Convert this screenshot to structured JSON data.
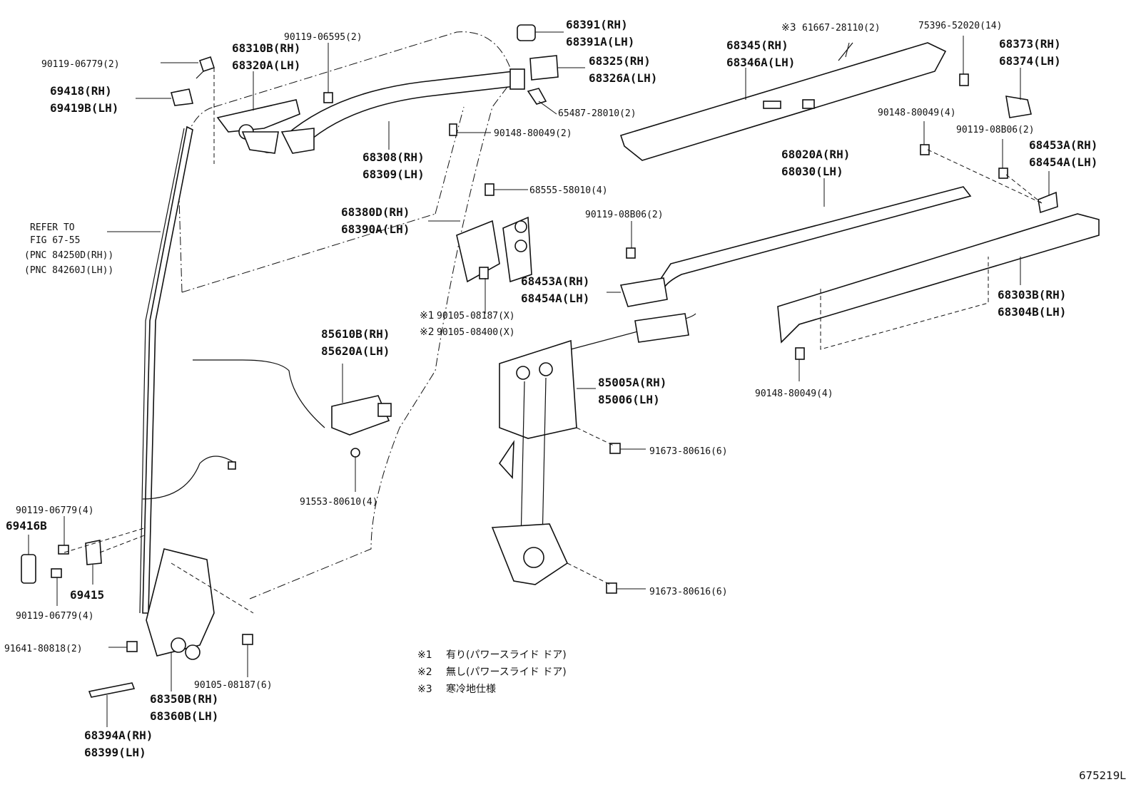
{
  "diagram": {
    "figure_id": "675219L",
    "notes": [
      {
        "mark": "※1",
        "text": "有り(パワースライド ドア)"
      },
      {
        "mark": "※2",
        "text": "無し(パワースライド ドア)"
      },
      {
        "mark": "※3",
        "text": "寒冷地仕様"
      }
    ],
    "labels": {
      "l90119_06779_2": "90119-06779(2)",
      "l69418": "69418(RH)",
      "l69419b": "69419B(LH)",
      "l68310b": "68310B(RH)",
      "l68320a": "68320A(LH)",
      "l90119_06595": "90119-06595(2)",
      "l68391": "68391(RH)",
      "l68391a": "68391A(LH)",
      "l68325": "68325(RH)",
      "l68326a": "68326A(LH)",
      "l65487": "65487-28010(2)",
      "l90148_80049_2": "90148-80049(2)",
      "l68308": "68308(RH)",
      "l68309": "68309(LH)",
      "l68555": "68555-58010(4)",
      "l68380d": "68380D(RH)",
      "l68390a": "68390A(LH)",
      "refer1": "REFER TO",
      "refer2": "FIG 67-55",
      "refer3": "(PNC 84250D(RH))",
      "refer4": "(PNC 84260J(LH))",
      "l90105_08187x": "90105-08187(X)",
      "l90105_08400x": "90105-08400(X)",
      "m1": "※1",
      "m2": "※2",
      "m3": "※3",
      "l85610b": "85610B(RH)",
      "l85620a": "85620A(LH)",
      "l91553": "91553-80610(4)",
      "l61667": "61667-28110(2)",
      "l75396": "75396-52020(14)",
      "l68345": "68345(RH)",
      "l68346a": "68346A(LH)",
      "l68373": "68373(RH)",
      "l68374": "68374(LH)",
      "l90148_80049_4a": "90148-80049(4)",
      "l90119_08b06_2a": "90119-08B06(2)",
      "l68453a_r1": "68453A(RH)",
      "l68454a_l1": "68454A(LH)",
      "l68020a": "68020A(RH)",
      "l68030": "68030(LH)",
      "l90119_08b06_2b": "90119-08B06(2)",
      "l68453a_r2": "68453A(RH)",
      "l68454a_l2": "68454A(LH)",
      "l68303b": "68303B(RH)",
      "l68304b": "68304B(LH)",
      "l90148_80049_4b": "90148-80049(4)",
      "l85005a": "85005A(RH)",
      "l85006": "85006(LH)",
      "l91673a": "91673-80616(6)",
      "l91673b": "91673-80616(6)",
      "l90119_06779_4a": "90119-06779(4)",
      "l69416b": "69416B",
      "l69415": "69415",
      "l90119_06779_4b": "90119-06779(4)",
      "l91641": "91641-80818(2)",
      "l90105_08187_6": "90105-08187(6)",
      "l68350b": "68350B(RH)",
      "l68360b": "68360B(LH)",
      "l68394a": "68394A(RH)",
      "l68399": "68399(LH)"
    }
  }
}
